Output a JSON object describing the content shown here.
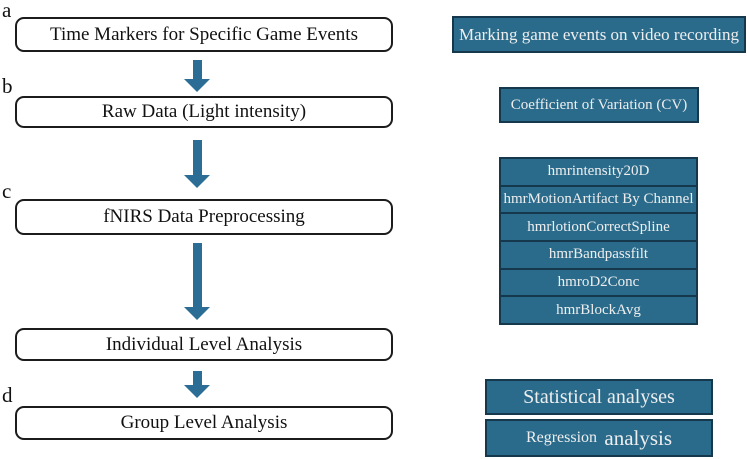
{
  "figure": {
    "section_labels": [
      "a",
      "b",
      "c",
      "d"
    ],
    "flow_steps": [
      "Time Markers for Specific Game Events",
      "Raw Data (Light intensity)",
      "fNIRS Data Preprocessing",
      "Individual Level Analysis",
      "Group Level Analysis"
    ],
    "side_notes": {
      "marking": "Marking game events on video recording",
      "cv": "Coefficient of Variation (CV)",
      "statistical": "Statistical analyses",
      "regression_word": "Regression",
      "analysis_word": "analysis"
    },
    "pipeline_steps": [
      "hmrintensity20D",
      "hmrMotionArtifact By Channel",
      "hmrlotionCorrectSpline",
      "hmrBandpassfilt",
      "hmroD2Conc",
      "hmrBlockAvg"
    ],
    "colors": {
      "box_fill": "#2a6b8c",
      "box_border": "#16384d",
      "arrow": "#2b6d94"
    }
  }
}
